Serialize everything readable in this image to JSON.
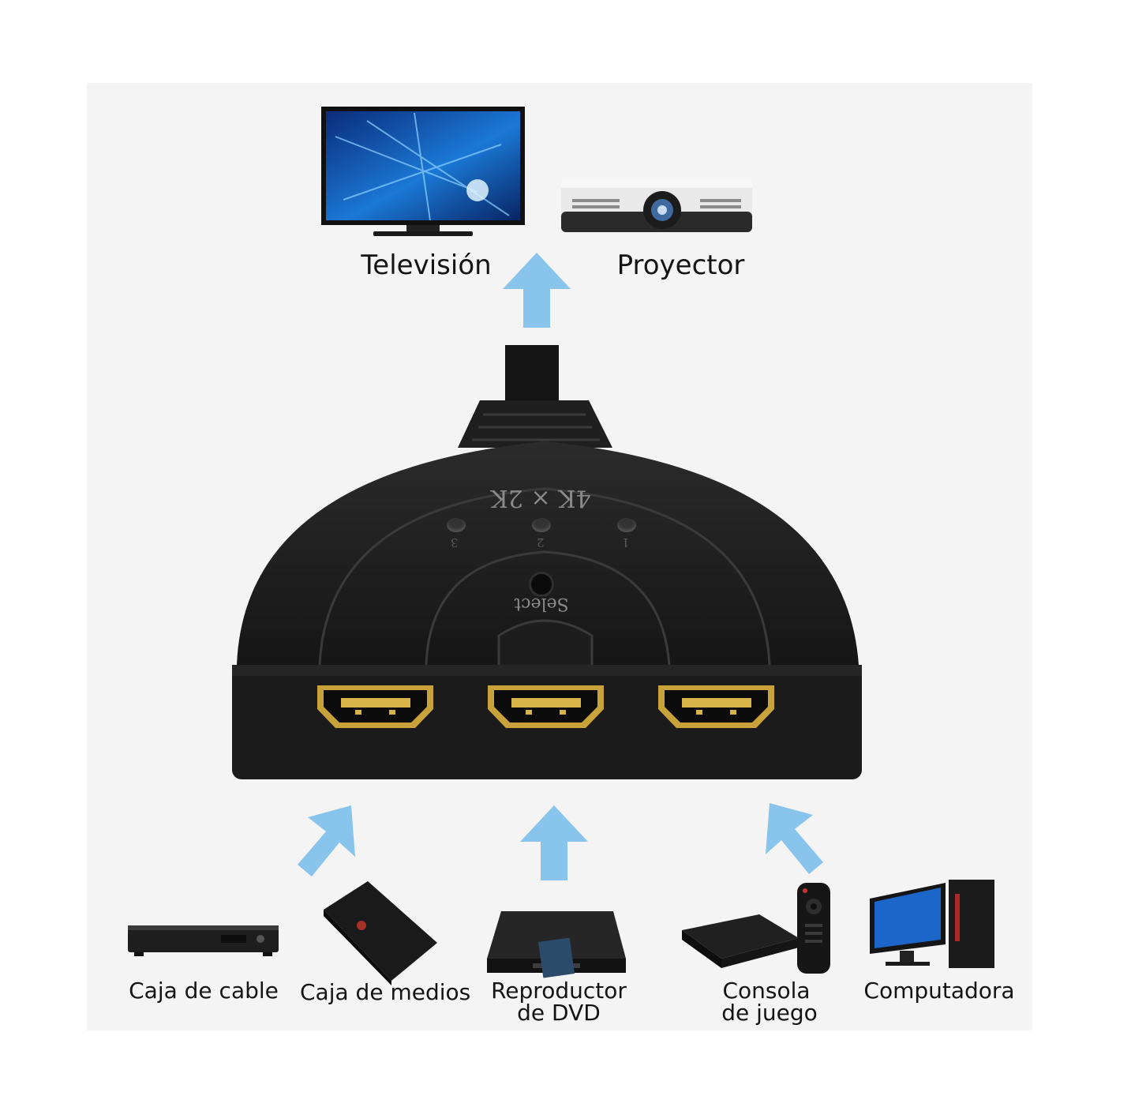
{
  "outputs": {
    "tv": {
      "label": "Televisión",
      "icon": "tv-icon"
    },
    "projector": {
      "label": "Proyector",
      "icon": "projector-icon"
    }
  },
  "switch": {
    "model_text": "4K × 2K",
    "button_label": "Select",
    "led_labels": [
      "3",
      "2",
      "1"
    ],
    "ports": 3
  },
  "inputs": [
    {
      "label": "Caja de cable",
      "icon": "cable-box-icon"
    },
    {
      "label": "Caja de medios",
      "icon": "media-box-icon"
    },
    {
      "label_line1": "Reproductor",
      "label_line2": "de DVD",
      "icon": "dvd-player-icon"
    },
    {
      "label_line1": "Consola",
      "label_line2": "de juego",
      "icon": "game-console-icon"
    },
    {
      "label": "Computadora",
      "icon": "computer-icon"
    }
  ],
  "colors": {
    "arrow": "#89c4ec",
    "switch_body": "#1c1c1c",
    "port_gold": "#c9a23a",
    "panel_background": "#f4f4f4"
  }
}
